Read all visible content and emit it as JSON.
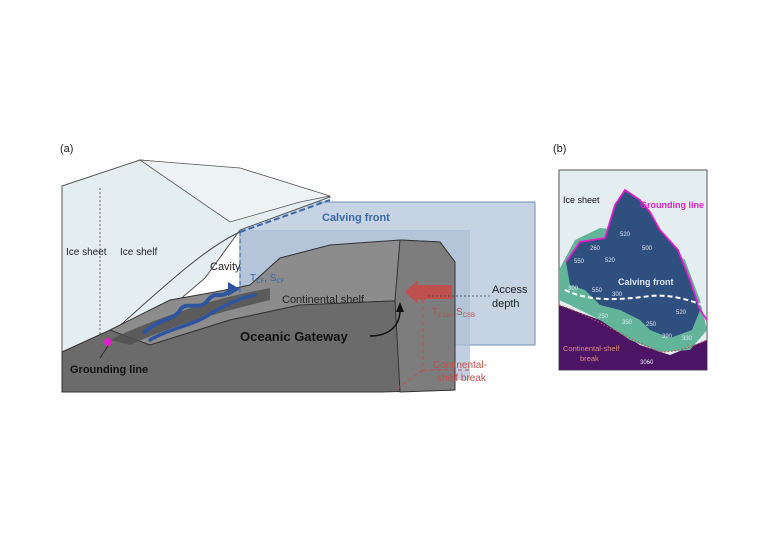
{
  "panel_a": {
    "label": "(a)",
    "ice_sheet": "Ice sheet",
    "ice_shelf": "Ice shelf",
    "calving_front": "Calving front",
    "cavity": "Cavity",
    "cavity_props": "T",
    "cavity_props_sub1": "CF",
    "cavity_props_mid": ", S",
    "cavity_props_sub2": "CF",
    "continental_shelf": "Continental shelf",
    "access_depth_1": "Access",
    "access_depth_2": "depth",
    "csb_props": "T",
    "csb_props_sub1": "CSB",
    "csb_props_mid": ", S",
    "csb_props_sub2": "CSB",
    "oceanic_gateway": "Oceanic Gateway",
    "grounding_line": "Grounding line",
    "shelf_break_1": "Continental-",
    "shelf_break_2": "shelf break"
  },
  "panel_b": {
    "label": "(b)",
    "ice_sheet": "Ice sheet",
    "grounding_line": "Grounding line",
    "calving_front": "Calving front",
    "shelf_break_1": "Continental-shelf",
    "shelf_break_2": "break",
    "depths": [
      "520",
      "500",
      "260",
      "550",
      "520",
      "300",
      "550",
      "300",
      "250",
      "520",
      "250",
      "390",
      "350",
      "330",
      "3060"
    ]
  },
  "colors": {
    "ice": "#e4eef0",
    "water": "#aab9cf",
    "rock_dark": "#6b6b6b",
    "rock_light": "#8c8c8c",
    "calving_blue": "#3b6aa8",
    "flow_blue": "#2f55a0",
    "csb_red": "#c0504d",
    "grounding_magenta": "#e11ec8",
    "map_deep": "#4b1464",
    "map_shelf": "#2f4f7f",
    "map_shallow": "#63b59a"
  }
}
